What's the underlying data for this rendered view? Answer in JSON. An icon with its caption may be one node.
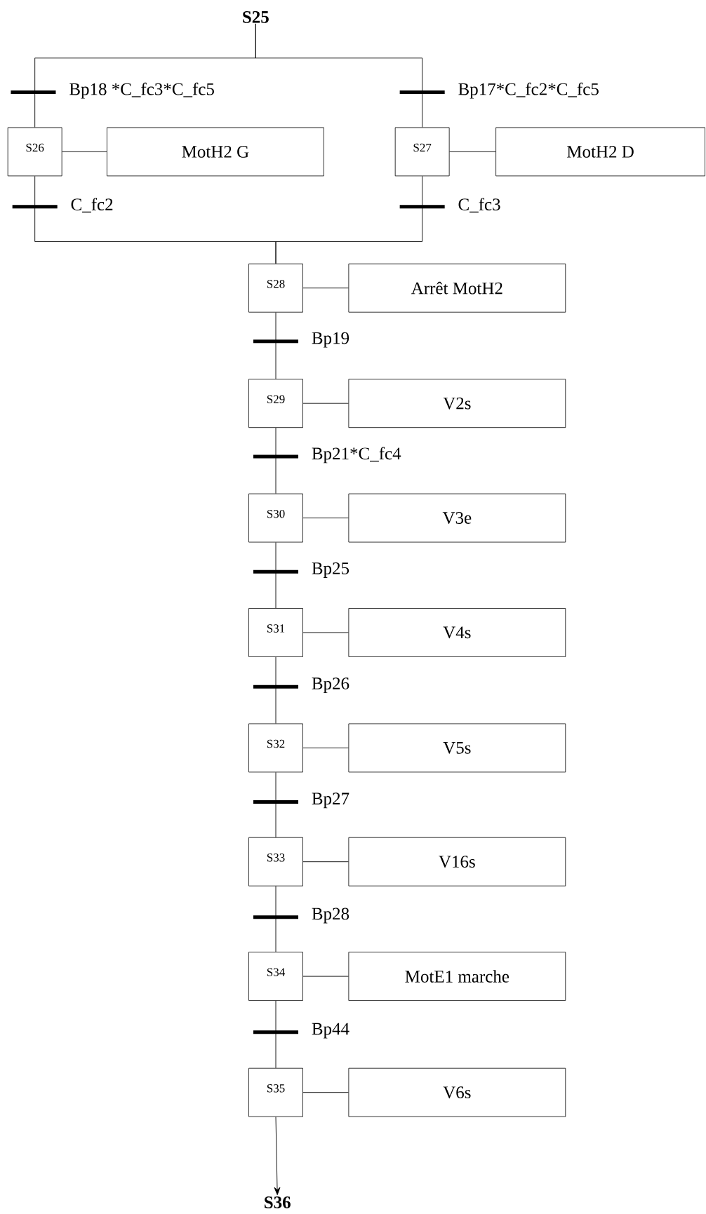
{
  "diagram": {
    "nodes": [
      {
        "text": [
          "S25"
        ]
      },
      {
        "text": [
          "S26"
        ]
      },
      {
        "text": [
          "MotH2 G"
        ]
      },
      {
        "text": [
          "S27"
        ]
      },
      {
        "text": [
          "MotH2 D"
        ]
      },
      {
        "text": [
          "S28"
        ]
      },
      {
        "text": [
          "Arrêt MotH2"
        ]
      },
      {
        "text": [
          "S29"
        ]
      },
      {
        "text": [
          "V2s"
        ]
      },
      {
        "text": [
          "S30"
        ]
      },
      {
        "text": [
          "V3e"
        ]
      },
      {
        "text": [
          "S31"
        ]
      },
      {
        "text": [
          "V4s"
        ]
      },
      {
        "text": [
          "S32"
        ]
      },
      {
        "text": [
          "V5s"
        ]
      },
      {
        "text": [
          "S33"
        ]
      },
      {
        "text": [
          "V16s"
        ]
      },
      {
        "text": [
          "S34"
        ]
      },
      {
        "text": [
          "MotE1 marche"
        ]
      },
      {
        "text": [
          "S35"
        ]
      },
      {
        "text": [
          "V6s"
        ]
      },
      {
        "text": [
          "S36"
        ]
      }
    ],
    "edges": [
      {
        "from": 0,
        "to": 1,
        "arrow": "none",
        "label": "Bp18 *C_fc3*C_fc5"
      },
      {
        "from": 0,
        "to": 3,
        "arrow": "none",
        "label": "Bp17*C_fc2*C_fc5"
      },
      {
        "from": 1,
        "to": 2,
        "arrow": "none"
      },
      {
        "from": 3,
        "to": 4,
        "arrow": "none"
      },
      {
        "from": 1,
        "to": 5,
        "arrow": "none",
        "label": "C_fc2"
      },
      {
        "from": 3,
        "to": 5,
        "arrow": "none",
        "label": "C_fc3"
      },
      {
        "from": 5,
        "to": 6,
        "arrow": "none"
      },
      {
        "from": 5,
        "to": 7,
        "arrow": "none",
        "label": "Bp19"
      },
      {
        "from": 7,
        "to": 8,
        "arrow": "none"
      },
      {
        "from": 7,
        "to": 9,
        "arrow": "none",
        "label": "Bp21*C_fc4"
      },
      {
        "from": 9,
        "to": 10,
        "arrow": "none"
      },
      {
        "from": 9,
        "to": 11,
        "arrow": "none",
        "label": "Bp25"
      },
      {
        "from": 11,
        "to": 12,
        "arrow": "none"
      },
      {
        "from": 11,
        "to": 13,
        "arrow": "none",
        "label": "Bp26"
      },
      {
        "from": 13,
        "to": 14,
        "arrow": "none"
      },
      {
        "from": 13,
        "to": 15,
        "arrow": "none",
        "label": "Bp27"
      },
      {
        "from": 15,
        "to": 16,
        "arrow": "none"
      },
      {
        "from": 15,
        "to": 17,
        "arrow": "none",
        "label": "Bp28"
      },
      {
        "from": 17,
        "to": 18,
        "arrow": "none"
      },
      {
        "from": 17,
        "to": 19,
        "arrow": "none",
        "label": "Bp44"
      },
      {
        "from": 19,
        "to": 20,
        "arrow": "none"
      },
      {
        "from": 19,
        "to": 21,
        "arrow": "to"
      }
    ]
  }
}
